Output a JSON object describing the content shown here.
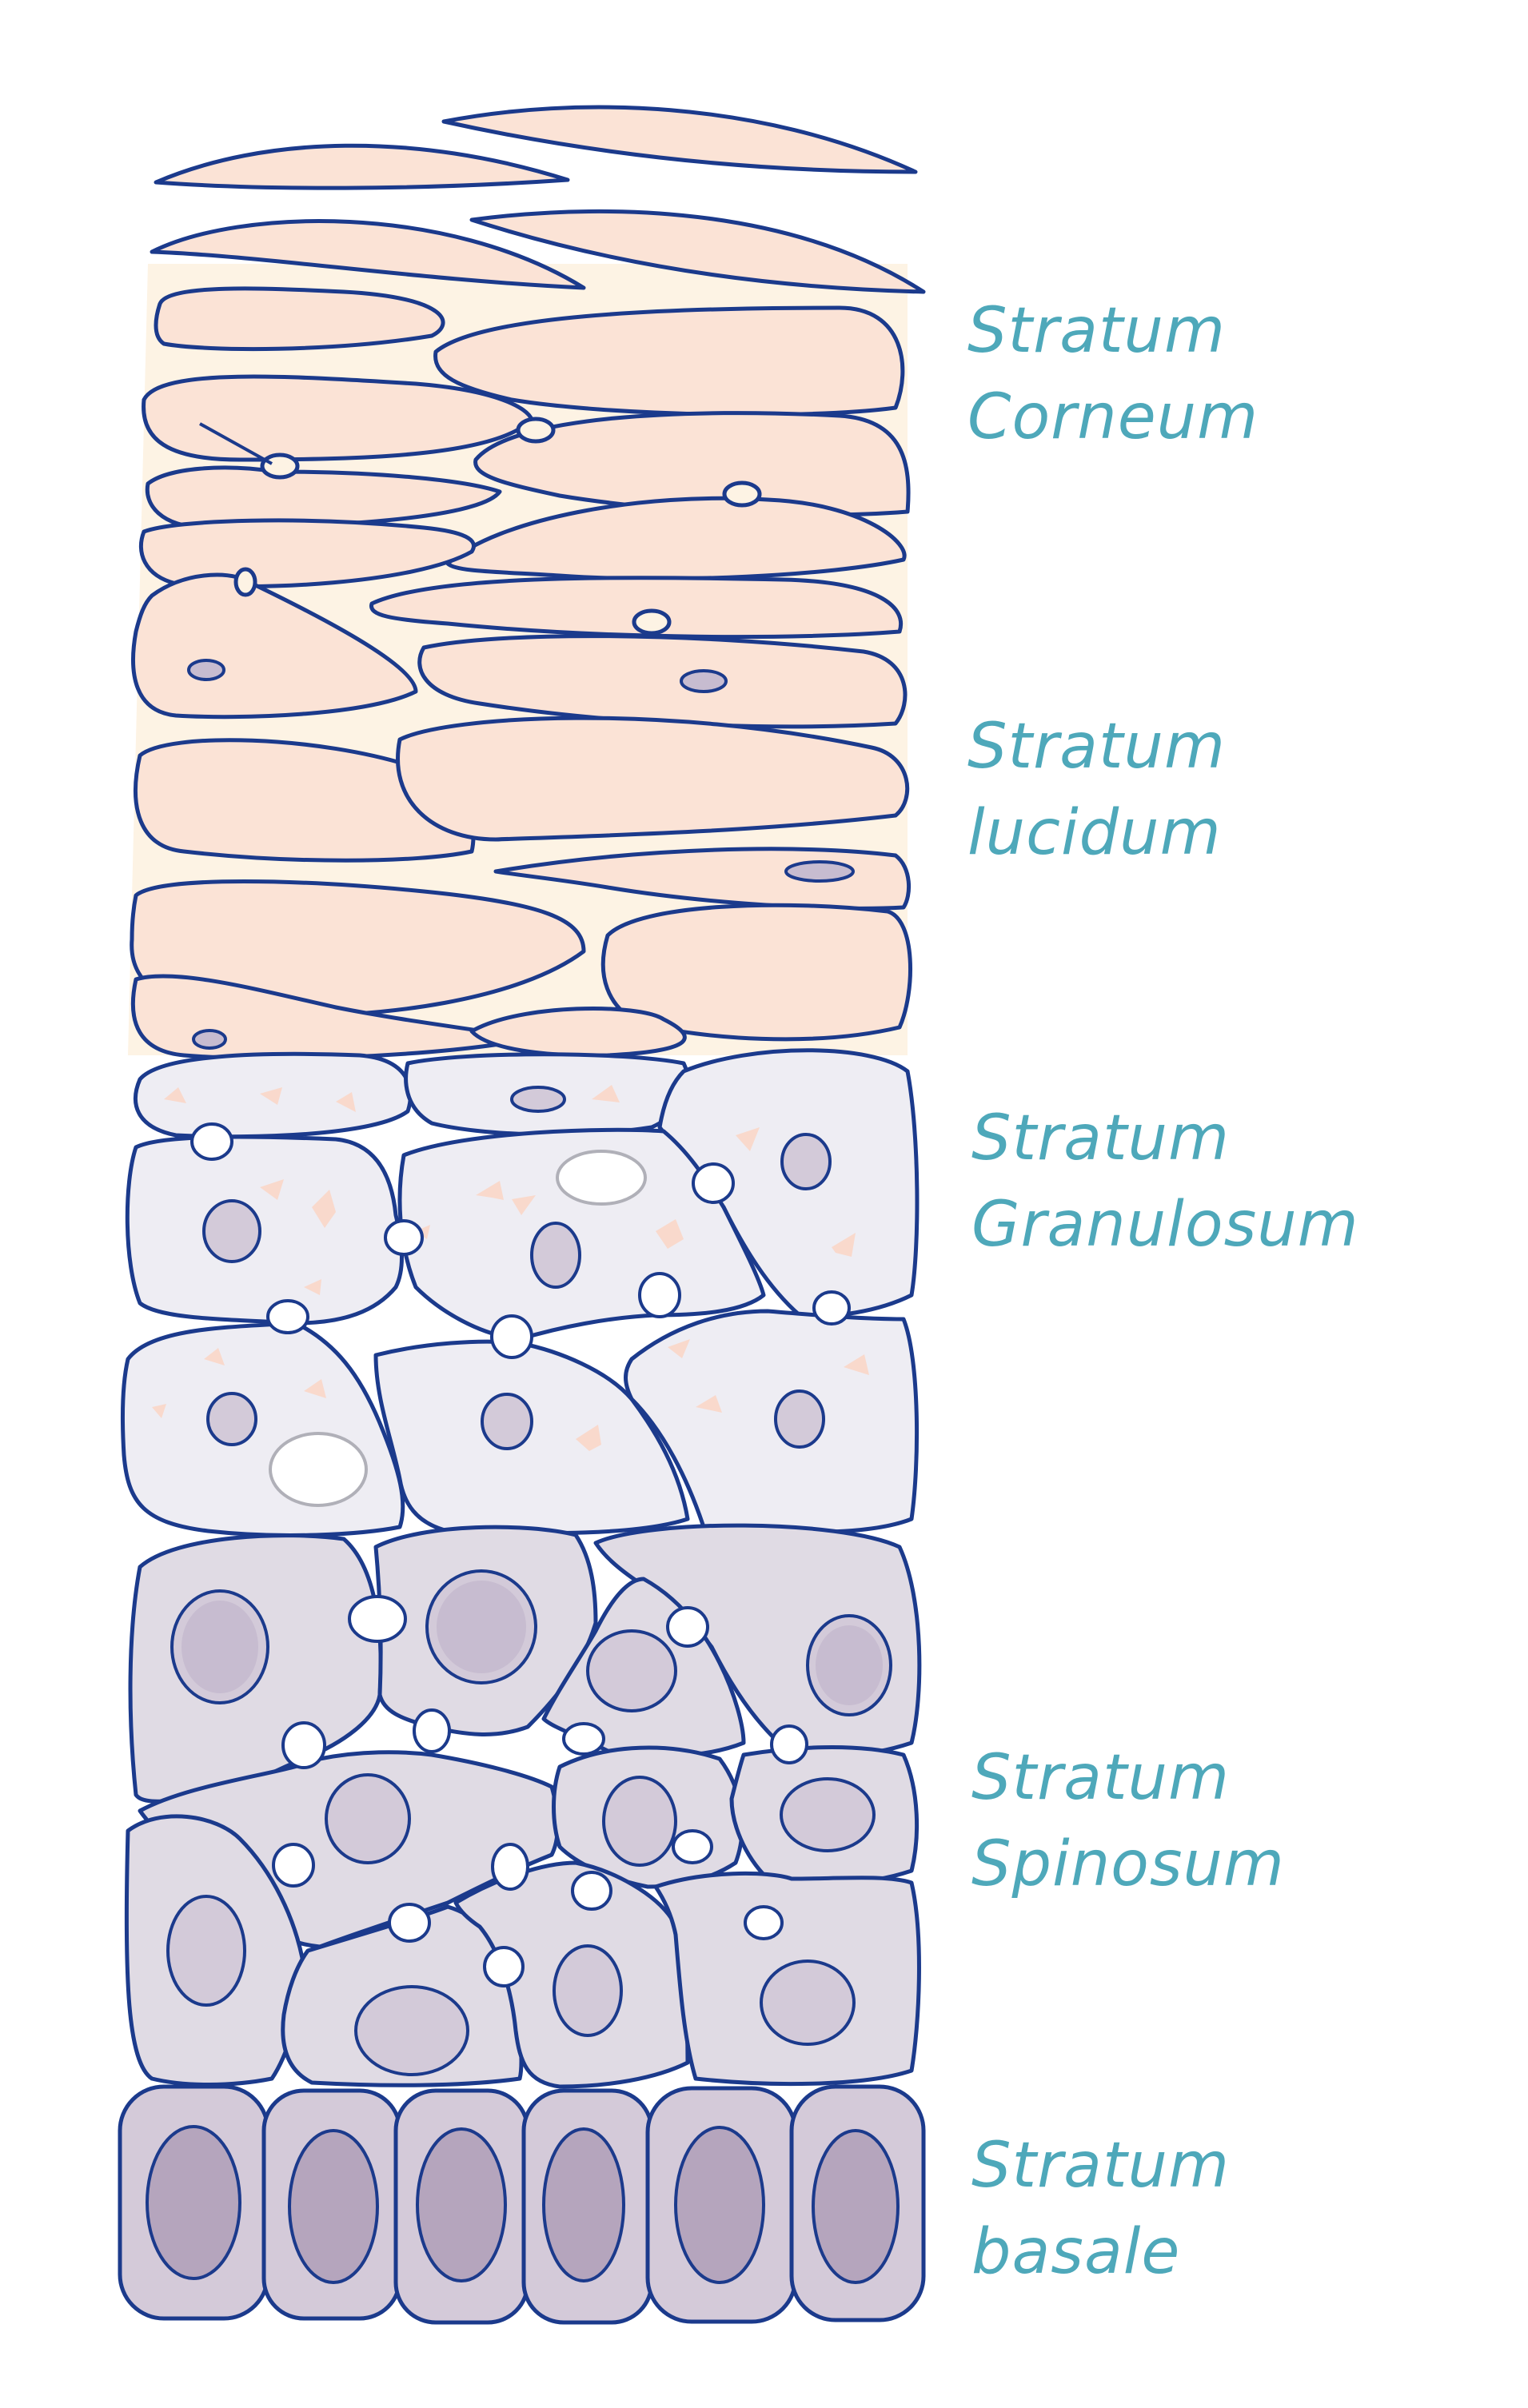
{
  "colors": {
    "outline": "#1b3a8c",
    "label": "#4ea8ba",
    "corneum_fill": "#fbe3d6",
    "corneum_bg": "#fdf3e4",
    "granulosum_fill": "#eeedf3",
    "granule": "#f9d9cc",
    "spinosum_fill": "#e0dbe4",
    "basale_fill": "#d4cad9",
    "nucleus_light": "#d3cad9",
    "nucleus_mid": "#c7bcd0",
    "nucleus_dark": "#b5a5bd",
    "desmosome": "#ffffff"
  },
  "layers": [
    {
      "id": "corneum",
      "line1": "Stratum",
      "line2": "Corneum"
    },
    {
      "id": "lucidum",
      "line1": "Stratum",
      "line2": "lucidum"
    },
    {
      "id": "granulosum",
      "line1": "Stratum",
      "line2": "Granulosum"
    },
    {
      "id": "spinosum",
      "line1": "Stratum",
      "line2": "Spinosum"
    },
    {
      "id": "basale",
      "line1": "Stratum",
      "line2": "basale"
    }
  ]
}
